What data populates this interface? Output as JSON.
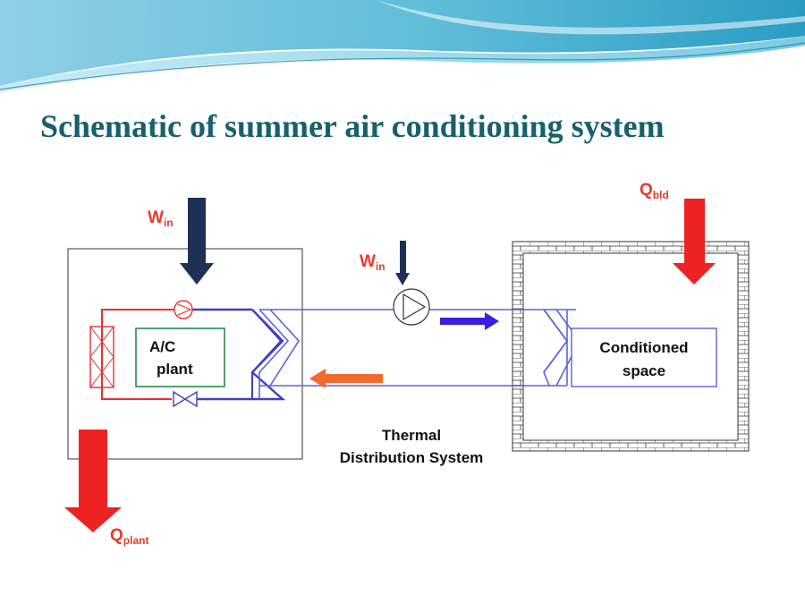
{
  "title": "Schematic of summer air conditioning system",
  "colors": {
    "title": "#17606e",
    "heat_arrow": "#ee2222",
    "work_arrow": "#1f3057",
    "refrigerant_hot": "#e83030",
    "refrigerant_cold": "#4040c0",
    "distribution_pipe": "#5a62e0",
    "plant_box": "#2a8a4a",
    "supply_arrow": "#3a1ee0",
    "return_arrow": "#f26a2e",
    "label_red": "#e83a2a"
  },
  "labels": {
    "w_in_plant": {
      "main": "W",
      "sub": "in"
    },
    "w_in_pump": {
      "main": "W",
      "sub": "in"
    },
    "q_bld": {
      "main": "Q",
      "sub": "bld"
    },
    "q_plant": {
      "main": "Q",
      "sub": "plant"
    },
    "ac_plant": [
      "A/C",
      "plant"
    ],
    "conditioned_space": [
      "Conditioned",
      "space"
    ],
    "thermal_distribution": [
      "Thermal",
      "Distribution System"
    ]
  }
}
